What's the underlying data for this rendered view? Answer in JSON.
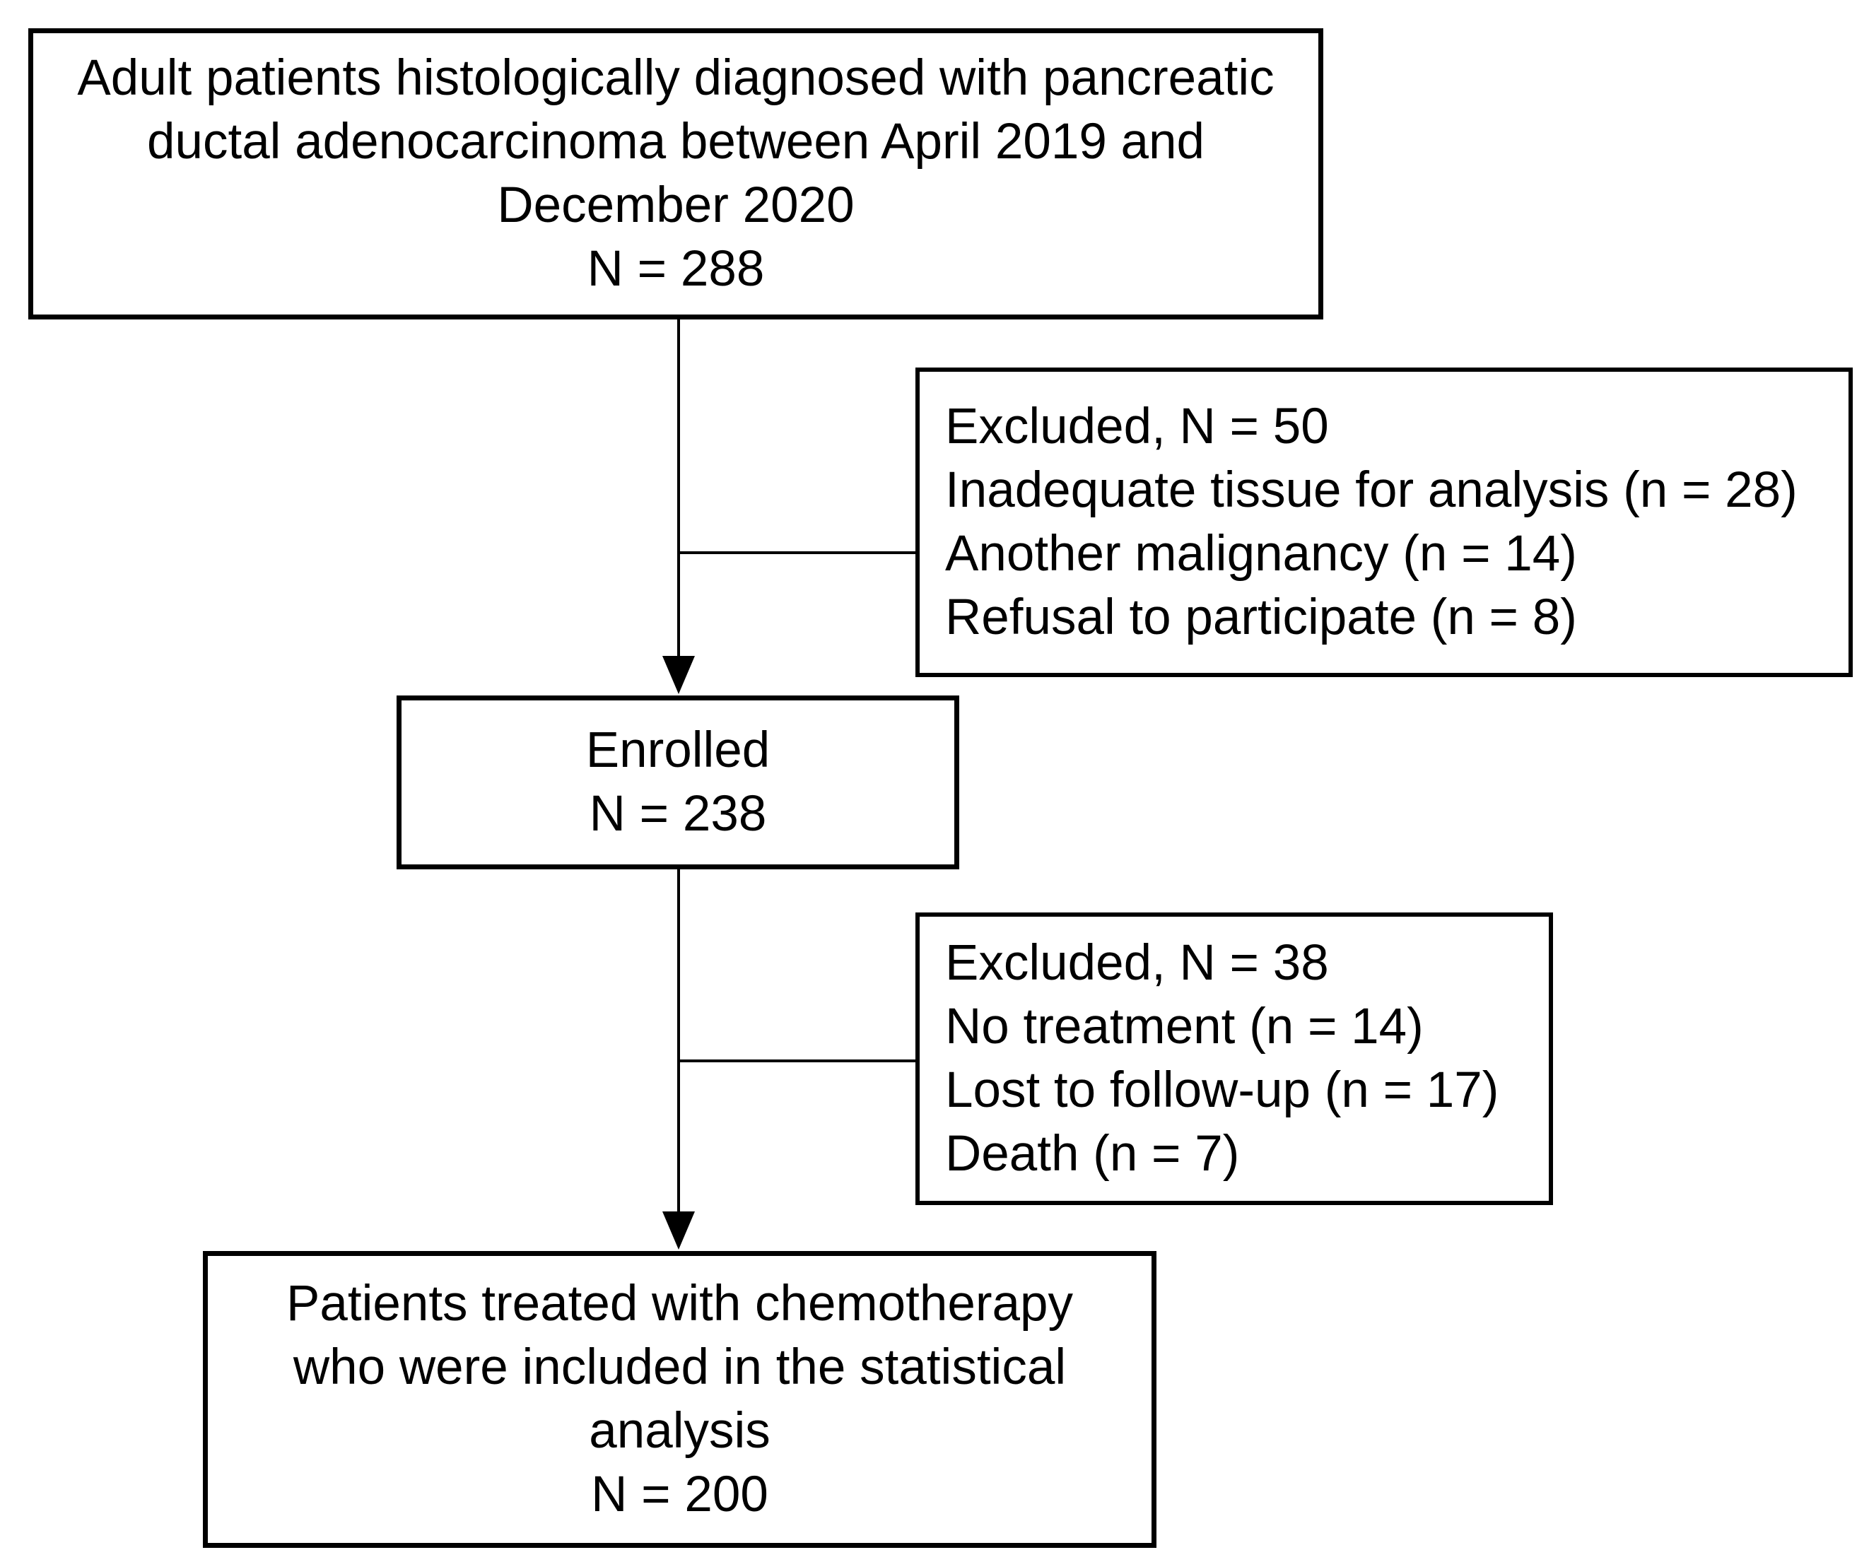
{
  "boxes": {
    "screened": {
      "lines": [
        "Adult patients histologically diagnosed with pancreatic",
        "ductal adenocarcinoma between April 2019 and",
        "December 2020",
        "N = 288"
      ]
    },
    "excluded1": {
      "lines": [
        "Excluded, N = 50",
        "Inadequate tissue for analysis (n = 28)",
        "Another malignancy (n = 14)",
        "Refusal to participate (n = 8)"
      ]
    },
    "enrolled": {
      "lines": [
        "Enrolled",
        "N = 238"
      ]
    },
    "excluded2": {
      "lines": [
        "Excluded, N = 38",
        "No treatment (n = 14)",
        "Lost to follow-up (n = 17)",
        "Death (n = 7)"
      ]
    },
    "analyzed": {
      "lines": [
        "Patients treated with chemotherapy",
        "who were included in the statistical",
        "analysis",
        "N = 200"
      ]
    }
  },
  "colors": {
    "line": "#000000",
    "text": "#000000",
    "background": "#ffffff"
  }
}
